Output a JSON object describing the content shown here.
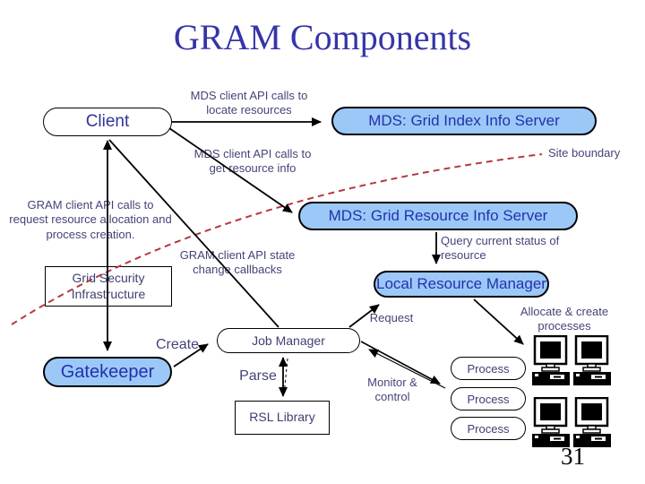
{
  "slide": {
    "title": "GRAM Components",
    "page_number": "31"
  },
  "nodes": {
    "client": "Client",
    "mds_index": "MDS: Grid Index Info Server",
    "mds_resource": "MDS: Grid Resource Info Server",
    "local_resource_manager": "Local Resource Manager",
    "gatekeeper": "Gatekeeper",
    "job_manager": "Job Manager",
    "grid_security": "Grid Security Infrastructure",
    "rsl_library": "RSL Library"
  },
  "processes": [
    "Process",
    "Process",
    "Process"
  ],
  "labels": {
    "locate": "MDS client API calls to locate resources",
    "get_info": "MDS client API calls to get resource info",
    "site_boundary": "Site boundary",
    "gram_request": "GRAM client API calls to request resource allocation and process creation.",
    "callbacks": "GRAM client API state change callbacks",
    "query_status": "Query current status of resource",
    "request": "Request",
    "allocate": "Allocate & create processes",
    "create": "Create",
    "parse": "Parse",
    "monitor": "Monitor & control"
  },
  "colors": {
    "node_fill": "#9CC8F8",
    "node_text": "#2232AC",
    "label_text": "#44447A",
    "title_text": "#3535A8",
    "boundary_line": "#B5373F"
  }
}
